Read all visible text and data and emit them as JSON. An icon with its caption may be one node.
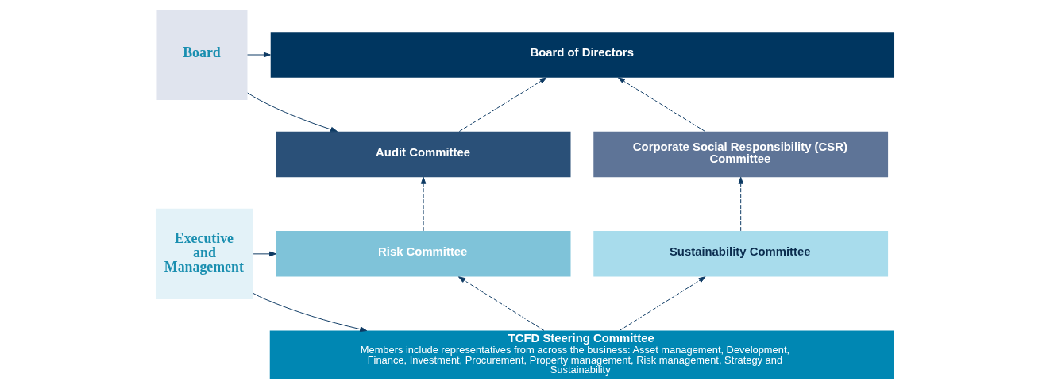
{
  "diagram": {
    "nodes": [
      {
        "text": [
          "Board"
        ]
      },
      {
        "text": [
          "Board of Directors"
        ]
      },
      {
        "text": [
          "Audit Committee"
        ]
      },
      {
        "text": [
          "Corporate Social Responsibility (CSR) Committee"
        ]
      },
      {
        "text": [
          "Executive and Management"
        ]
      },
      {
        "text": [
          "Risk Committee"
        ]
      },
      {
        "text": [
          "Sustainability Committee"
        ]
      },
      {
        "text": [
          "TCFD Steering Committee",
          "Members include representatives from across the business: Asset management, Development, Finance, Investment, Procurement, Property management, Risk management, Strategy and Sustainability"
        ]
      }
    ],
    "edges": [
      {
        "from": 0,
        "to": 1,
        "arrow": "to"
      },
      {
        "from": 0,
        "to": 2,
        "arrow": "to"
      },
      {
        "from": 2,
        "to": 1,
        "arrow": "to",
        "style": "dashed"
      },
      {
        "from": 3,
        "to": 1,
        "arrow": "to",
        "style": "dashed"
      },
      {
        "from": 4,
        "to": 5,
        "arrow": "to"
      },
      {
        "from": 4,
        "to": 7,
        "arrow": "to"
      },
      {
        "from": 5,
        "to": 2,
        "arrow": "to",
        "style": "dashed"
      },
      {
        "from": 6,
        "to": 3,
        "arrow": "to",
        "style": "dashed"
      },
      {
        "from": 7,
        "to": 5,
        "arrow": "to",
        "style": "dashed"
      },
      {
        "from": 7,
        "to": 6,
        "arrow": "to",
        "style": "dashed"
      }
    ]
  }
}
